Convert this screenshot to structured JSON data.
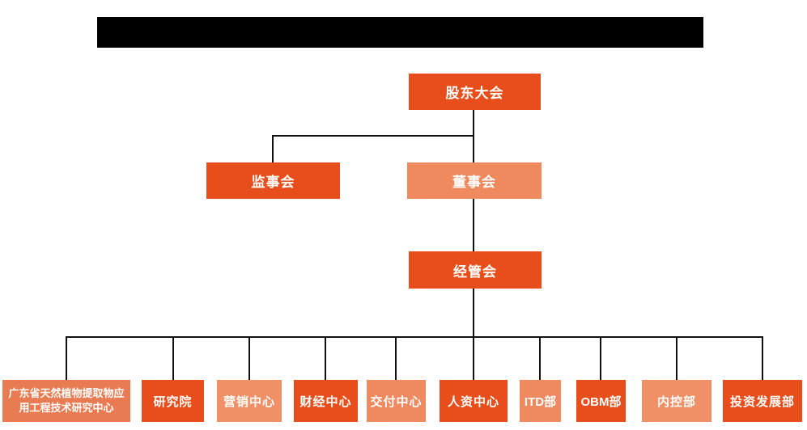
{
  "page": {
    "background_color": "#FFFFFF"
  },
  "header": {
    "redacted_title_bar_color": "#000000"
  },
  "org_chart": {
    "line_color": "#111111",
    "node_text_color": "#FFFFFF",
    "colors": {
      "primary_orange": "#E84E1B",
      "secondary_salmon": "#EF8A5E",
      "tertiary_salmon": "#E87B51"
    },
    "nodes": {
      "shareholders": {
        "label": "股东大会",
        "color": "#E84E1B"
      },
      "supervisory_board": {
        "label": "监事会",
        "color": "#E84E1B"
      },
      "board_of_directors": {
        "label": "董事会",
        "color": "#EF8A5E"
      },
      "management_committee": {
        "label": "经管会",
        "color": "#E84E1B"
      },
      "gd_research_center": {
        "label": "广东省天然植物提取物应用工程技术研究中心",
        "color": "#E87B51"
      },
      "research_institute": {
        "label": "研究院",
        "color": "#E84E1B"
      },
      "marketing_center": {
        "label": "营销中心",
        "color": "#F09066"
      },
      "finance_center": {
        "label": "财经中心",
        "color": "#E84E1B"
      },
      "delivery_center": {
        "label": "交付中心",
        "color": "#EF8A60"
      },
      "hr_center": {
        "label": "人资中心",
        "color": "#E84E1B"
      },
      "itd_dept": {
        "label": "ITD部",
        "color": "#EF8A60"
      },
      "obm_dept": {
        "label": "OBM部",
        "color": "#E84E1B"
      },
      "internal_control_dept": {
        "label": "内控部",
        "color": "#F09066"
      },
      "investment_dev_dept": {
        "label": "投资发展部",
        "color": "#E84E1B"
      }
    }
  }
}
